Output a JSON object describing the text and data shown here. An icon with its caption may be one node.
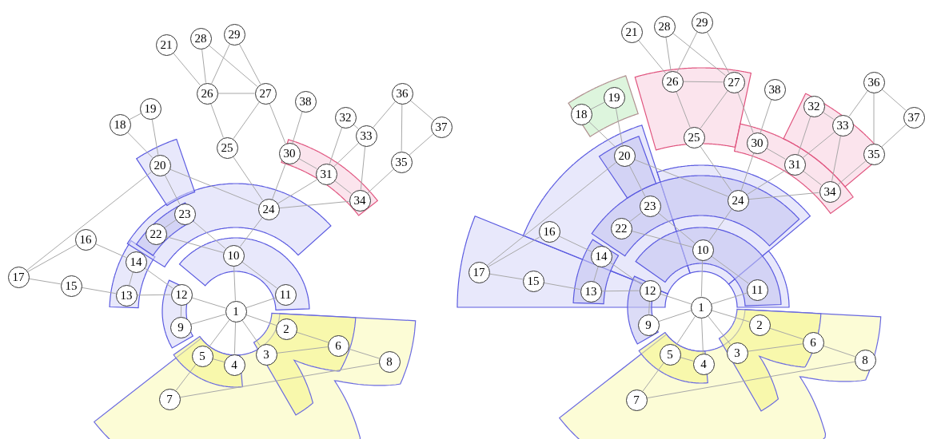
{
  "diagram": {
    "nodes": [
      {
        "text": [
          "1"
        ]
      },
      {
        "text": [
          "2"
        ]
      },
      {
        "text": [
          "3"
        ]
      },
      {
        "text": [
          "4"
        ]
      },
      {
        "text": [
          "5"
        ]
      },
      {
        "text": [
          "6"
        ]
      },
      {
        "text": [
          "7"
        ]
      },
      {
        "text": [
          "8"
        ]
      },
      {
        "text": [
          "9"
        ]
      },
      {
        "text": [
          "10"
        ]
      },
      {
        "text": [
          "11"
        ]
      },
      {
        "text": [
          "12"
        ]
      },
      {
        "text": [
          "13"
        ]
      },
      {
        "text": [
          "14"
        ]
      },
      {
        "text": [
          "15"
        ]
      },
      {
        "text": [
          "16"
        ]
      },
      {
        "text": [
          "17"
        ]
      },
      {
        "text": [
          "18"
        ]
      },
      {
        "text": [
          "19"
        ]
      },
      {
        "text": [
          "20"
        ]
      },
      {
        "text": [
          "21"
        ]
      },
      {
        "text": [
          "22"
        ]
      },
      {
        "text": [
          "23"
        ]
      },
      {
        "text": [
          "24"
        ]
      },
      {
        "text": [
          "25"
        ]
      },
      {
        "text": [
          "26"
        ]
      },
      {
        "text": [
          "27"
        ]
      },
      {
        "text": [
          "28"
        ]
      },
      {
        "text": [
          "29"
        ]
      },
      {
        "text": [
          "30"
        ]
      },
      {
        "text": [
          "31"
        ]
      },
      {
        "text": [
          "32"
        ]
      },
      {
        "text": [
          "33"
        ]
      },
      {
        "text": [
          "34"
        ]
      },
      {
        "text": [
          "35"
        ]
      },
      {
        "text": [
          "36"
        ]
      },
      {
        "text": [
          "37"
        ]
      },
      {
        "text": [
          "38"
        ]
      },
      {
        "text": [
          "1"
        ]
      },
      {
        "text": [
          "2"
        ]
      },
      {
        "text": [
          "3"
        ]
      },
      {
        "text": [
          "4"
        ]
      },
      {
        "text": [
          "5"
        ]
      },
      {
        "text": [
          "6"
        ]
      },
      {
        "text": [
          "7"
        ]
      },
      {
        "text": [
          "8"
        ]
      },
      {
        "text": [
          "9"
        ]
      },
      {
        "text": [
          "10"
        ]
      },
      {
        "text": [
          "11"
        ]
      },
      {
        "text": [
          "12"
        ]
      },
      {
        "text": [
          "13"
        ]
      },
      {
        "text": [
          "14"
        ]
      },
      {
        "text": [
          "15"
        ]
      },
      {
        "text": [
          "16"
        ]
      },
      {
        "text": [
          "17"
        ]
      },
      {
        "text": [
          "18"
        ]
      },
      {
        "text": [
          "19"
        ]
      },
      {
        "text": [
          "20"
        ]
      },
      {
        "text": [
          "21"
        ]
      },
      {
        "text": [
          "22"
        ]
      },
      {
        "text": [
          "23"
        ]
      },
      {
        "text": [
          "24"
        ]
      },
      {
        "text": [
          "25"
        ]
      },
      {
        "text": [
          "26"
        ]
      },
      {
        "text": [
          "27"
        ]
      },
      {
        "text": [
          "28"
        ]
      },
      {
        "text": [
          "29"
        ]
      },
      {
        "text": [
          "30"
        ]
      },
      {
        "text": [
          "31"
        ]
      },
      {
        "text": [
          "32"
        ]
      },
      {
        "text": [
          "33"
        ]
      },
      {
        "text": [
          "34"
        ]
      },
      {
        "text": [
          "35"
        ]
      },
      {
        "text": [
          "36"
        ]
      },
      {
        "text": [
          "37"
        ]
      },
      {
        "text": [
          "38"
        ]
      }
    ],
    "edges": [
      {
        "from": 0,
        "to": 1,
        "arrow": "none"
      },
      {
        "from": 0,
        "to": 2,
        "arrow": "none"
      },
      {
        "from": 0,
        "to": 3,
        "arrow": "none"
      },
      {
        "from": 0,
        "to": 4,
        "arrow": "none"
      },
      {
        "from": 0,
        "to": 8,
        "arrow": "none"
      },
      {
        "from": 0,
        "to": 9,
        "arrow": "none"
      },
      {
        "from": 0,
        "to": 10,
        "arrow": "none"
      },
      {
        "from": 0,
        "to": 11,
        "arrow": "none"
      },
      {
        "from": 1,
        "to": 5,
        "arrow": "none"
      },
      {
        "from": 2,
        "to": 5,
        "arrow": "none"
      },
      {
        "from": 3,
        "to": 4,
        "arrow": "none"
      },
      {
        "from": 4,
        "to": 6,
        "arrow": "none"
      },
      {
        "from": 5,
        "to": 7,
        "arrow": "none"
      },
      {
        "from": 6,
        "to": 7,
        "arrow": "none"
      },
      {
        "from": 8,
        "to": 11,
        "arrow": "none"
      },
      {
        "from": 11,
        "to": 12,
        "arrow": "none"
      },
      {
        "from": 11,
        "to": 13,
        "arrow": "none"
      },
      {
        "from": 12,
        "to": 13,
        "arrow": "none"
      },
      {
        "from": 12,
        "to": 14,
        "arrow": "none"
      },
      {
        "from": 13,
        "to": 15,
        "arrow": "none"
      },
      {
        "from": 14,
        "to": 16,
        "arrow": "none"
      },
      {
        "from": 15,
        "to": 16,
        "arrow": "none"
      },
      {
        "from": 16,
        "to": 19,
        "arrow": "none"
      },
      {
        "from": 9,
        "to": 10,
        "arrow": "none"
      },
      {
        "from": 9,
        "to": 21,
        "arrow": "none"
      },
      {
        "from": 9,
        "to": 22,
        "arrow": "none"
      },
      {
        "from": 9,
        "to": 23,
        "arrow": "none"
      },
      {
        "from": 21,
        "to": 22,
        "arrow": "none"
      },
      {
        "from": 19,
        "to": 22,
        "arrow": "none"
      },
      {
        "from": 19,
        "to": 23,
        "arrow": "none"
      },
      {
        "from": 17,
        "to": 19,
        "arrow": "none"
      },
      {
        "from": 18,
        "to": 19,
        "arrow": "none"
      },
      {
        "from": 17,
        "to": 18,
        "arrow": "none"
      },
      {
        "from": 23,
        "to": 24,
        "arrow": "none"
      },
      {
        "from": 23,
        "to": 29,
        "arrow": "none"
      },
      {
        "from": 23,
        "to": 30,
        "arrow": "none"
      },
      {
        "from": 23,
        "to": 33,
        "arrow": "none"
      },
      {
        "from": 24,
        "to": 25,
        "arrow": "none"
      },
      {
        "from": 24,
        "to": 26,
        "arrow": "none"
      },
      {
        "from": 20,
        "to": 25,
        "arrow": "none"
      },
      {
        "from": 25,
        "to": 27,
        "arrow": "none"
      },
      {
        "from": 25,
        "to": 28,
        "arrow": "none"
      },
      {
        "from": 25,
        "to": 26,
        "arrow": "none"
      },
      {
        "from": 26,
        "to": 27,
        "arrow": "none"
      },
      {
        "from": 26,
        "to": 28,
        "arrow": "none"
      },
      {
        "from": 26,
        "to": 29,
        "arrow": "none"
      },
      {
        "from": 29,
        "to": 37,
        "arrow": "none"
      },
      {
        "from": 29,
        "to": 30,
        "arrow": "none"
      },
      {
        "from": 30,
        "to": 33,
        "arrow": "none"
      },
      {
        "from": 30,
        "to": 31,
        "arrow": "none"
      },
      {
        "from": 30,
        "to": 32,
        "arrow": "none"
      },
      {
        "from": 31,
        "to": 32,
        "arrow": "none"
      },
      {
        "from": 32,
        "to": 33,
        "arrow": "none"
      },
      {
        "from": 32,
        "to": 35,
        "arrow": "none"
      },
      {
        "from": 33,
        "to": 34,
        "arrow": "none"
      },
      {
        "from": 34,
        "to": 35,
        "arrow": "none"
      },
      {
        "from": 34,
        "to": 36,
        "arrow": "none"
      },
      {
        "from": 35,
        "to": 36,
        "arrow": "none"
      },
      {
        "from": 38,
        "to": 39,
        "arrow": "none"
      },
      {
        "from": 38,
        "to": 40,
        "arrow": "none"
      },
      {
        "from": 38,
        "to": 41,
        "arrow": "none"
      },
      {
        "from": 38,
        "to": 42,
        "arrow": "none"
      },
      {
        "from": 38,
        "to": 46,
        "arrow": "none"
      },
      {
        "from": 38,
        "to": 47,
        "arrow": "none"
      },
      {
        "from": 38,
        "to": 48,
        "arrow": "none"
      },
      {
        "from": 38,
        "to": 49,
        "arrow": "none"
      },
      {
        "from": 39,
        "to": 43,
        "arrow": "none"
      },
      {
        "from": 40,
        "to": 43,
        "arrow": "none"
      },
      {
        "from": 41,
        "to": 42,
        "arrow": "none"
      },
      {
        "from": 42,
        "to": 44,
        "arrow": "none"
      },
      {
        "from": 43,
        "to": 45,
        "arrow": "none"
      },
      {
        "from": 44,
        "to": 45,
        "arrow": "none"
      },
      {
        "from": 46,
        "to": 49,
        "arrow": "none"
      },
      {
        "from": 49,
        "to": 50,
        "arrow": "none"
      },
      {
        "from": 49,
        "to": 51,
        "arrow": "none"
      },
      {
        "from": 50,
        "to": 51,
        "arrow": "none"
      },
      {
        "from": 50,
        "to": 52,
        "arrow": "none"
      },
      {
        "from": 51,
        "to": 53,
        "arrow": "none"
      },
      {
        "from": 52,
        "to": 54,
        "arrow": "none"
      },
      {
        "from": 53,
        "to": 54,
        "arrow": "none"
      },
      {
        "from": 54,
        "to": 57,
        "arrow": "none"
      },
      {
        "from": 47,
        "to": 48,
        "arrow": "none"
      },
      {
        "from": 47,
        "to": 59,
        "arrow": "none"
      },
      {
        "from": 47,
        "to": 60,
        "arrow": "none"
      },
      {
        "from": 47,
        "to": 61,
        "arrow": "none"
      },
      {
        "from": 59,
        "to": 60,
        "arrow": "none"
      },
      {
        "from": 57,
        "to": 60,
        "arrow": "none"
      },
      {
        "from": 57,
        "to": 61,
        "arrow": "none"
      },
      {
        "from": 55,
        "to": 57,
        "arrow": "none"
      },
      {
        "from": 56,
        "to": 57,
        "arrow": "none"
      },
      {
        "from": 55,
        "to": 56,
        "arrow": "none"
      },
      {
        "from": 61,
        "to": 62,
        "arrow": "none"
      },
      {
        "from": 61,
        "to": 67,
        "arrow": "none"
      },
      {
        "from": 61,
        "to": 68,
        "arrow": "none"
      },
      {
        "from": 61,
        "to": 71,
        "arrow": "none"
      },
      {
        "from": 62,
        "to": 63,
        "arrow": "none"
      },
      {
        "from": 62,
        "to": 64,
        "arrow": "none"
      },
      {
        "from": 58,
        "to": 63,
        "arrow": "none"
      },
      {
        "from": 63,
        "to": 65,
        "arrow": "none"
      },
      {
        "from": 63,
        "to": 66,
        "arrow": "none"
      },
      {
        "from": 63,
        "to": 64,
        "arrow": "none"
      },
      {
        "from": 64,
        "to": 65,
        "arrow": "none"
      },
      {
        "from": 64,
        "to": 66,
        "arrow": "none"
      },
      {
        "from": 64,
        "to": 67,
        "arrow": "none"
      },
      {
        "from": 67,
        "to": 75,
        "arrow": "none"
      },
      {
        "from": 67,
        "to": 68,
        "arrow": "none"
      },
      {
        "from": 68,
        "to": 71,
        "arrow": "none"
      },
      {
        "from": 68,
        "to": 69,
        "arrow": "none"
      },
      {
        "from": 68,
        "to": 70,
        "arrow": "none"
      },
      {
        "from": 69,
        "to": 70,
        "arrow": "none"
      },
      {
        "from": 70,
        "to": 71,
        "arrow": "none"
      },
      {
        "from": 70,
        "to": 73,
        "arrow": "none"
      },
      {
        "from": 71,
        "to": 72,
        "arrow": "none"
      },
      {
        "from": 72,
        "to": 73,
        "arrow": "none"
      },
      {
        "from": 72,
        "to": 74,
        "arrow": "none"
      },
      {
        "from": 73,
        "to": 74,
        "arrow": "none"
      }
    ]
  }
}
